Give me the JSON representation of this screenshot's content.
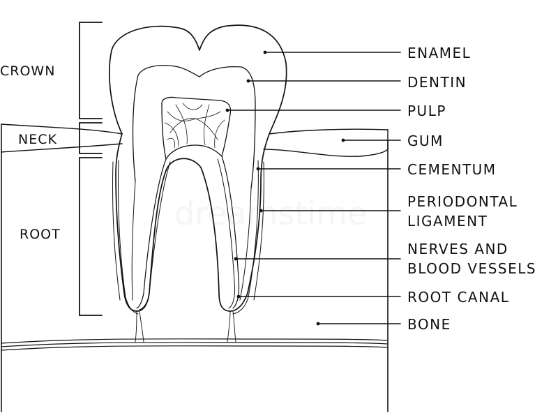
{
  "side_labels": {
    "crown": "CROWN",
    "neck": "NECK",
    "root": "ROOT"
  },
  "labels": [
    "ENAMEL",
    "DENTIN",
    "PULP",
    "GUM",
    "CEMENTUM",
    "PERIODONTAL",
    "LIGAMENT",
    "NERVES AND",
    "BLOOD VESSELS",
    "ROOT CANAL",
    "BONE"
  ],
  "watermark": "dreamstime"
}
